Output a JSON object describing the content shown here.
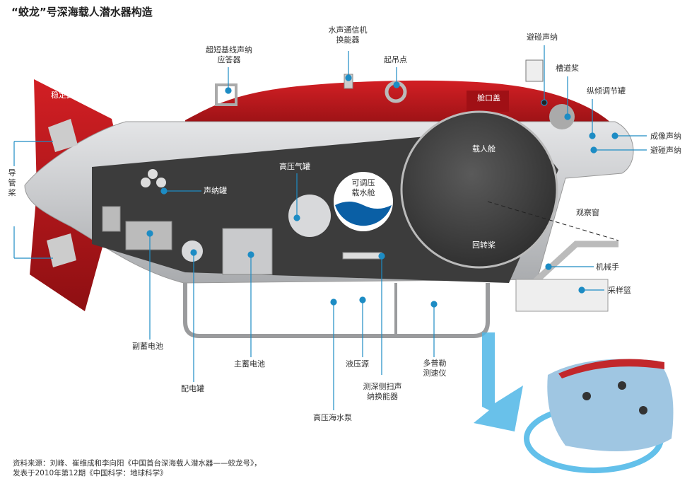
{
  "title": "“蛟龙”号深海载人潜水器构造",
  "labels": {
    "stabilizer_wing": "稳定翼",
    "guide_propeller": "导管桨",
    "usbl_transponder": "超短基线声纳应答器",
    "acoustic_comm": "水声通信机换能器",
    "lift_point": "起吊点",
    "obstacle_sonar_top": "避碰声纳",
    "tunnel_thruster": "槽道桨",
    "hatch_cover": "舱口盖",
    "trim_tank": "纵倾调节罐",
    "imaging_sonar": "成像声纳",
    "obstacle_sonar_front": "避碰声纳",
    "manned_cabin": "载人舱",
    "sonar_tank": "声纳罐",
    "hp_gas_tank": "高压气罐",
    "ballast_tank": "可调压载水舱",
    "viewport": "观察窗",
    "rotary_thruster": "回转桨",
    "manipulator": "机械手",
    "sample_basket": "采样篮",
    "aux_battery": "副蓄电池",
    "distribution_tank": "配电罐",
    "main_battery": "主蓄电池",
    "hp_seawater_pump": "高压海水泵",
    "hydraulic_source": "液压源",
    "depth_sidescan": "测深侧扫声纳换能器",
    "doppler": "多普勒测速仪"
  },
  "source_line1": "资料来源：刘峰、崔维成和李向阳《中国首台深海载人潜水器——蛟龙号》，",
  "source_line2": "发表于2010年第12期《中国科学：地球科学》",
  "colors": {
    "red": "#b3161b",
    "hull": "#c9cacc",
    "interior": "#3c3c3c",
    "leader": "#1d8cc4"
  }
}
